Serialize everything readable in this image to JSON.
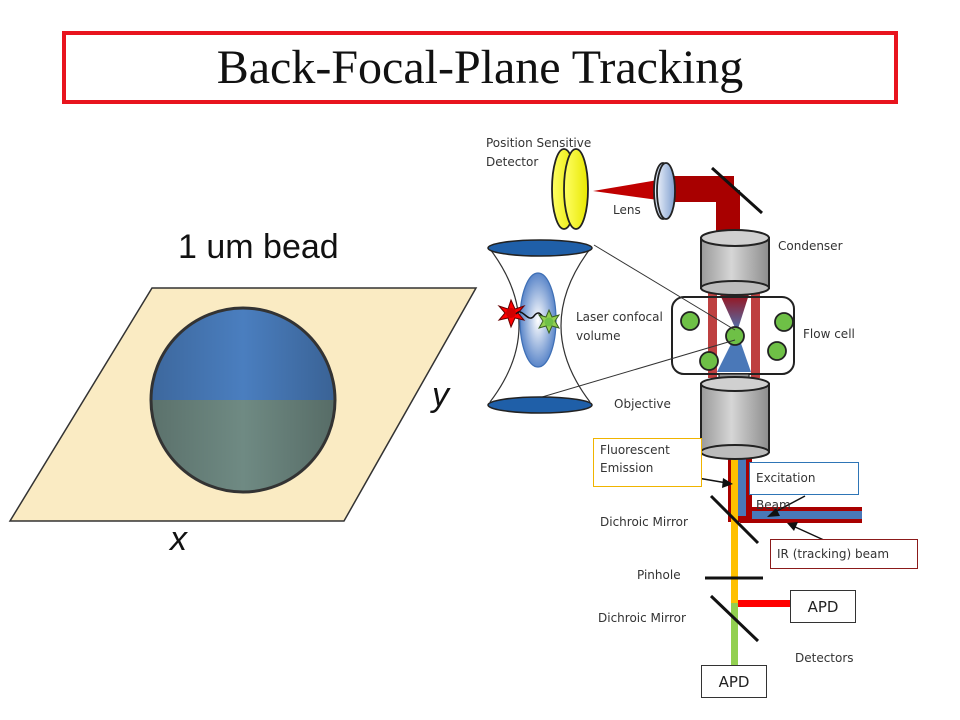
{
  "title": "Back-Focal-Plane Tracking",
  "bead": {
    "label": "1 um bead",
    "x_axis": "x",
    "y_axis": "y"
  },
  "labels": {
    "position_sensitive_detector": "Position Sensitive\nDetector",
    "lens": "Lens",
    "condenser": "Condenser",
    "laser_confocal_volume": "Laser confocal\nvolume",
    "flow_cell": "Flow cell",
    "objective": "Objective",
    "dichroic_mirror_1": "Dichroic Mirror",
    "pinhole": "Pinhole",
    "dichroic_mirror_2": "Dichroic Mirror",
    "detectors": "Detectors"
  },
  "callouts": {
    "fluorescent_emission": "Fluorescent\nEmission",
    "excitation_beam": "Excitation Beam",
    "ir_beam": "IR (tracking) beam"
  },
  "detectors": {
    "apd_right": "APD",
    "apd_bottom": "APD"
  },
  "colors": {
    "title_border": "#e8141e",
    "plane_fill": "#faebc3",
    "bead_top": "#4a7ebf",
    "bead_bottom": "#6f8a83",
    "ir_beam": "#a80000",
    "excitation_beam": "#4a78b8",
    "fluorescence": "#ffc000",
    "green_emission": "#92d050",
    "detector_yellow": "#ffff33",
    "particle_green": "#6ec046"
  }
}
